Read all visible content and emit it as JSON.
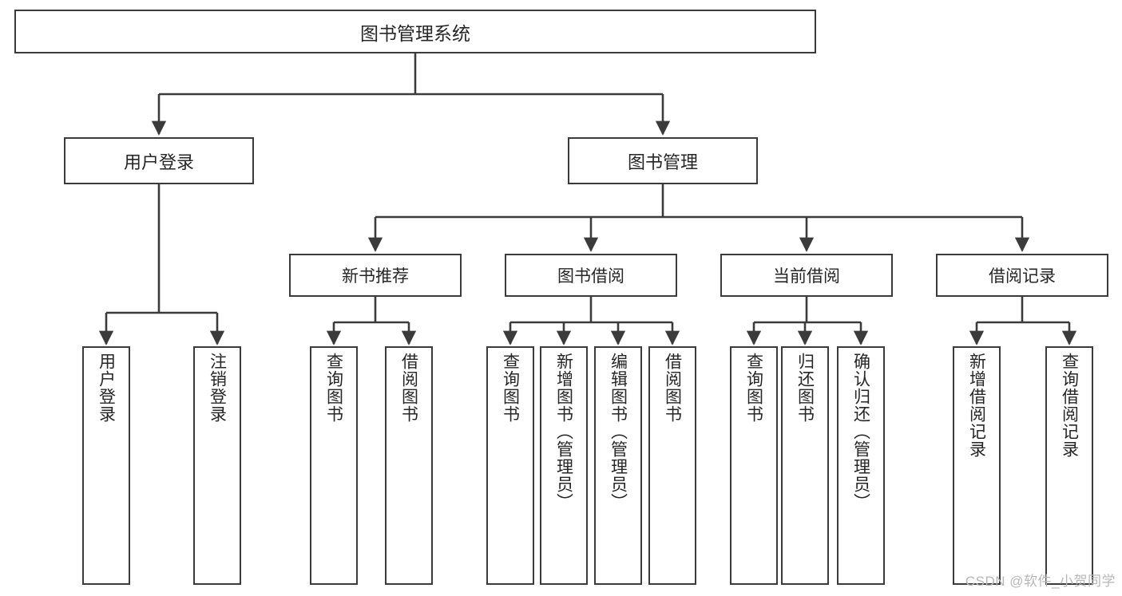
{
  "diagram": {
    "title": "图书管理系统",
    "type": "tree",
    "watermark": "CSDN @软件_小贺同学",
    "colors": {
      "stroke": "#3b3b3b",
      "fill": "#ffffff",
      "text": "#262626",
      "watermark": "#b7b7b7"
    },
    "nodes": {
      "root": {
        "label": "图书管理系统"
      },
      "level1": [
        {
          "label": "用户登录"
        },
        {
          "label": "图书管理"
        }
      ],
      "level2": [
        {
          "label": "新书推荐"
        },
        {
          "label": "图书借阅"
        },
        {
          "label": "当前借阅"
        },
        {
          "label": "借阅记录"
        }
      ],
      "leaves": {
        "user_login": [
          {
            "label": "用户登录"
          },
          {
            "label": "注销登录"
          }
        ],
        "new_book": [
          {
            "label": "查询图书"
          },
          {
            "label": "借阅图书"
          }
        ],
        "book_borrow": [
          {
            "label": "查询图书"
          },
          {
            "label": "新增图书（管理员）"
          },
          {
            "label": "编辑图书（管理员）"
          },
          {
            "label": "借阅图书"
          }
        ],
        "current_borrow": [
          {
            "label": "查询图书"
          },
          {
            "label": "归还图书"
          },
          {
            "label": "确认归还（管理员）"
          }
        ],
        "borrow_record": [
          {
            "label": "新增借阅记录"
          },
          {
            "label": "查询借阅记录"
          }
        ]
      }
    }
  }
}
